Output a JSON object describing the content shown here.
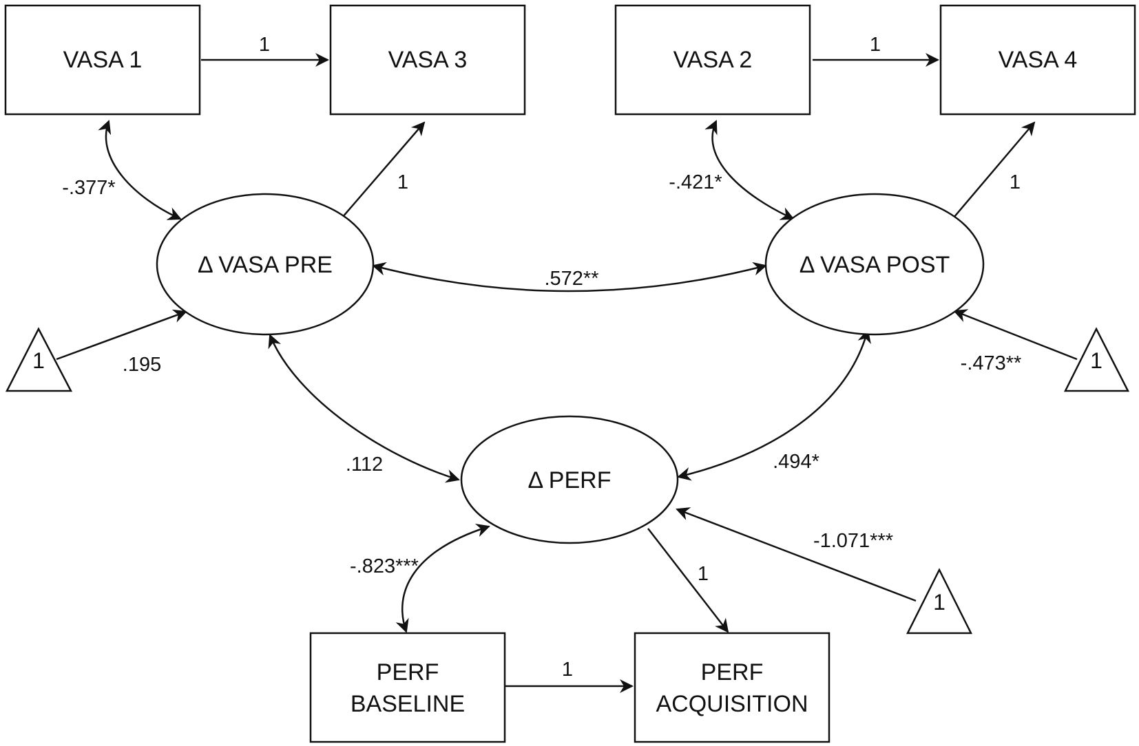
{
  "diagram": {
    "observed": {
      "vasa1": "VASA 1",
      "vasa3": "VASA 3",
      "vasa2": "VASA 2",
      "vasa4": "VASA 4",
      "perf_baseline": [
        "PERF",
        "BASELINE"
      ],
      "perf_acquisition": [
        "PERF",
        "ACQUISITION"
      ]
    },
    "latent": {
      "dvasa_pre": "Δ VASA PRE",
      "dvasa_post": "Δ VASA POST",
      "dperf": "Δ PERF"
    },
    "constants": {
      "left": "1",
      "right": "1",
      "bottom": "1"
    },
    "paths": {
      "vasa1_vasa3": "1",
      "vasa2_vasa4": "1",
      "dpre_vasa3": "1",
      "dpost_vasa4": "1",
      "dperf_acq": "1",
      "baseline_acq": "1",
      "vasa1_dpre": "-.377*",
      "vasa2_dpost": "-.421*",
      "dpre_dpost": ".572**",
      "const_dpre": ".195",
      "const_dpost": "-.473**",
      "dpre_dperf": ".112",
      "dpost_dperf": ".494*",
      "const_dperf": "-1.071***",
      "baseline_dperf": "-.823***"
    }
  }
}
